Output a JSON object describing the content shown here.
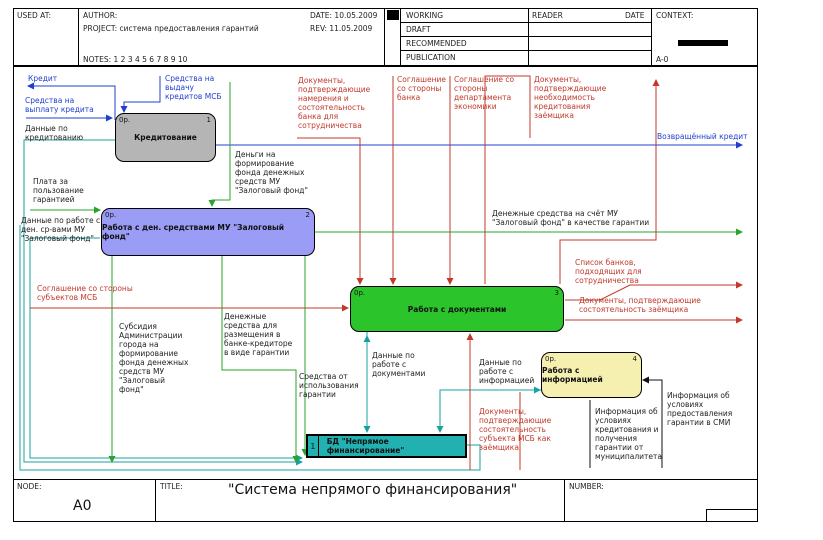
{
  "header": {
    "used_at": "USED AT:",
    "author": "AUTHOR:",
    "project": "PROJECT:  система предоставления гарантий",
    "notes": "NOTES:  1  2  3  4  5  6  7  8  9  10",
    "date": "DATE:  10.05.2009",
    "rev": "REV:     11.05.2009",
    "status": [
      "WORKING",
      "DRAFT",
      "RECOMMENDED",
      "PUBLICATION"
    ],
    "reader": "READER",
    "reader_date": "DATE",
    "context": "CONTEXT:",
    "context_node": "A-0"
  },
  "footer": {
    "node_label": "NODE:",
    "node_value": "A0",
    "title_label": "TITLE:",
    "title_value": "\"Система непрямого финансирования\"",
    "number_label": "NUMBER:"
  },
  "boxes": [
    {
      "op": "0р.",
      "num": "1",
      "label": "Кредитование"
    },
    {
      "op": "0р.",
      "num": "2",
      "label": "Работа с ден. средствами МУ \"Залоговый фонд\""
    },
    {
      "op": "0р.",
      "num": "3",
      "label": "Работа с документами"
    },
    {
      "op": "0р.",
      "num": "4",
      "label": "Работа с информацией"
    },
    {
      "op": "",
      "num": "1",
      "label": "БД \"Непрямое финансирование\""
    }
  ],
  "arrows": {
    "a1": "Кредит",
    "a2": "Средства на\nвыплату кредита",
    "a3": "Данные по\nкредитованию",
    "a4": "Средства на\nвыдачу\nкредитов МСБ",
    "a5": "Документы,\nподтверждающие\nнамерения и\nсостоятельность\nбанка для\nсотрудничества",
    "a6": "Соглашение\nсо стороны\nбанка",
    "a7": "Соглашение со\nстороны\nдепартамента\nэкономики",
    "a8": "Документы,\nподтверждающие\nнеобходимость\nкредитования\nзаёмщика",
    "a9": "Возвращённый кредит",
    "a10": "Деньги на\nформирование\nфонда денежных\nсредств МУ\n\"Залоговый фонд\"",
    "a11": "Плата за\nпользование\nгарантией",
    "a12": "Данные по работе с\nден. ср-вами МУ\n\"Залоговый фонд\"",
    "a13": "Денежные средства на счёт МУ\n\"Залоговый фонд\" в качестве гарантии",
    "a14": "Соглашение со стороны\nсубъектов МСБ",
    "a15": "Список банков,\nподходящих для\nсотрудничества",
    "a16": "Документы, подтверждающие\nсостоятельность заёмщика",
    "a17": "Субсидия\nАдминистрации\nгорода на\nформирование\nфонда денежных\nсредств МУ\n\"Залоговый\nфонд\"",
    "a18": "Денежные\nсредства для\nразмещения в\nбанке-кредиторе\nв виде гарантии",
    "a19": "Средства от\nиспользования\nгарантии",
    "a20": "Данные по\nработе с\nдокументами",
    "a21": "Данные по\nработе с\nинформацией",
    "a22": "Документы,\nподтверждающие\nсостоятельность\nсубъекта МСБ как\nзаёмщика",
    "a23": "Информация об\nусловиях\nкредитования и\nполучения\nгарантии от\nмуниципалитета",
    "a24": "Информация об\nусловиях\nпредоставления\nгарантии в СМИ"
  },
  "colors": {
    "box1": "#b5b5b5",
    "box2": "#9a9cf5",
    "box3": "#2bc52b",
    "box4": "#f5f0b0",
    "db": "#22b0b0",
    "red": "#c0392b",
    "blue": "#1f3fd0",
    "green": "#29a329",
    "teal": "#1aa0a0"
  }
}
